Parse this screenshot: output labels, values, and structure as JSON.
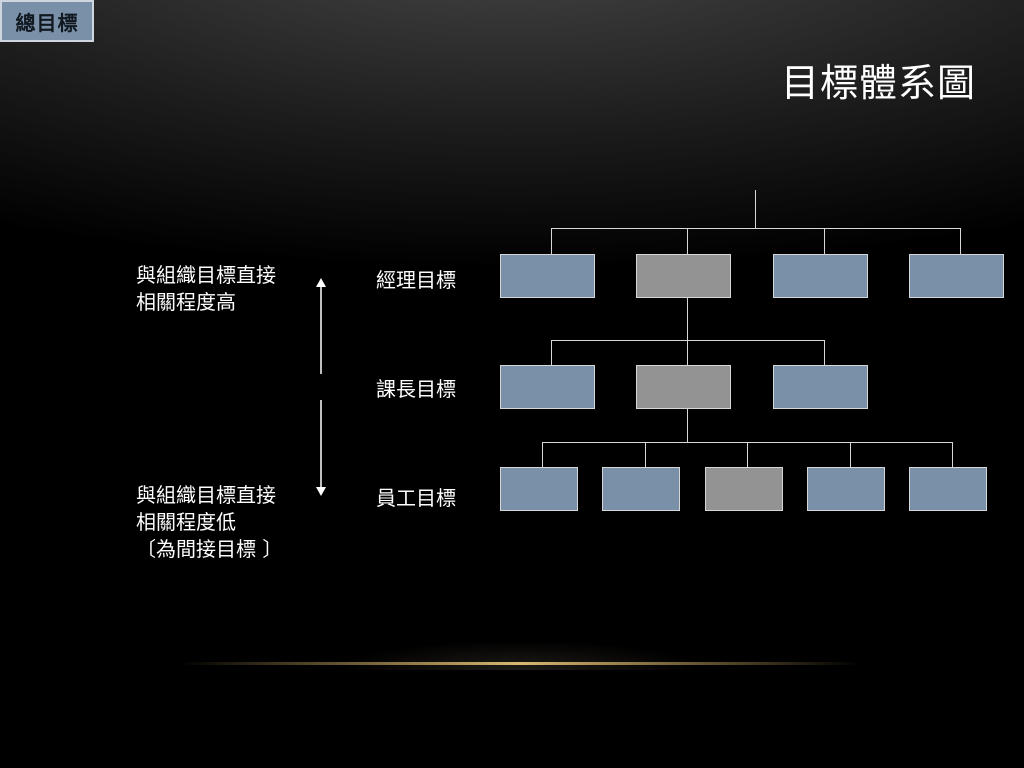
{
  "title": "目標體系圖",
  "root_label": "總目標",
  "levels": {
    "manager": "經理目標",
    "section_chief": "課長目標",
    "employee": "員工目標"
  },
  "side_notes": {
    "high": {
      "line1": "與組織目標直接",
      "line2": "相關程度高"
    },
    "low": {
      "line1": "與組織目標直接",
      "line2": "相關程度低",
      "line3": "〔為間接目標 〕"
    }
  },
  "colors": {
    "box_blue": "#7a90a8",
    "box_gray": "#939393",
    "connector": "#d8d8d8"
  }
}
